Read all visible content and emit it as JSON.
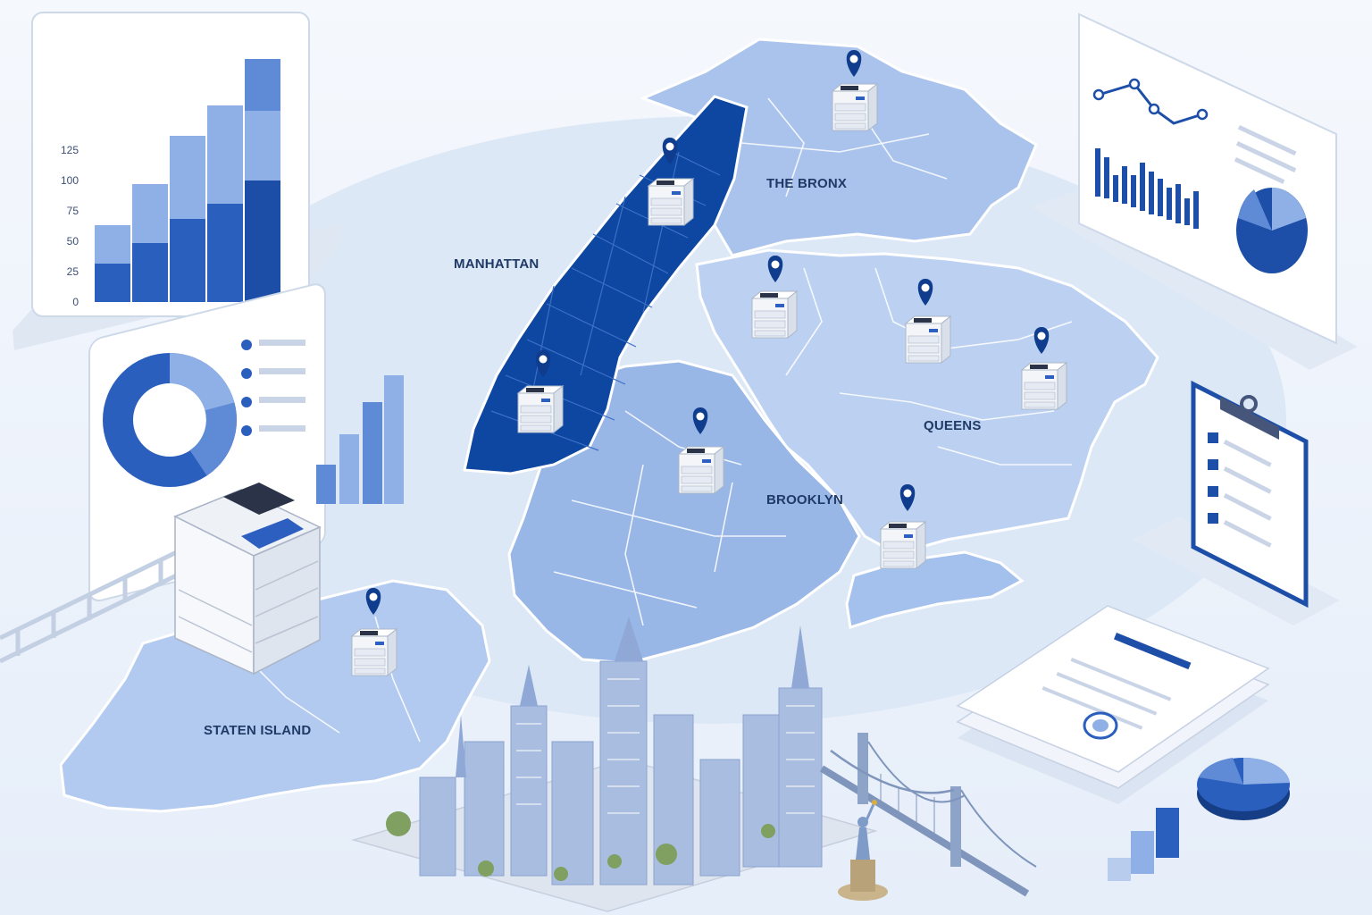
{
  "boroughs": {
    "manhattan": "MANHATTAN",
    "bronx": "THE BRONX",
    "queens": "QUEENS",
    "brooklyn": "BROOKLYN",
    "staten_island": "STATEN ISLAND"
  },
  "left_bar_chart": {
    "y_ticks": [
      "125",
      "100",
      "75",
      "50",
      "25",
      "0"
    ]
  },
  "colors": {
    "manhattan": "#0d47a1",
    "bronx": "#a9c3ec",
    "queens": "#bcd1f1",
    "brooklyn": "#98b6e6",
    "staten_island": "#b2caef",
    "accent": "#1d4fa8",
    "pin": "#0f3c8c"
  },
  "icons": [
    "map-pin-icon",
    "copier-icon",
    "clipboard-checklist-icon",
    "document-seal-icon",
    "pie-chart-icon",
    "bar-chart-icon",
    "line-chart-icon",
    "suspension-bridge-icon",
    "statue-of-liberty-icon"
  ]
}
